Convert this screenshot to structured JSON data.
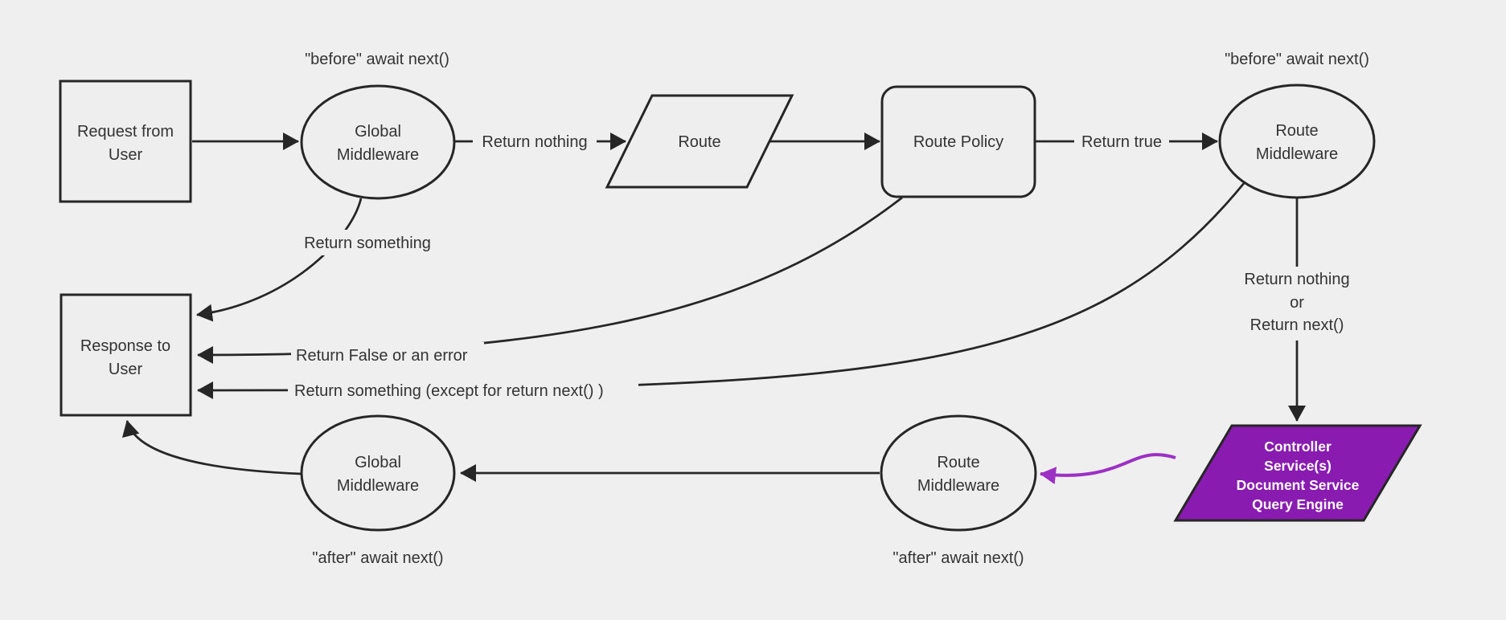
{
  "colors": {
    "background": "#efefef",
    "node_fill": "#eeeeee",
    "stroke": "#262626",
    "text": "#333333",
    "services_fill": "#8a1bb1",
    "services_text": "#ffffff",
    "purple_edge": "#9c2fc4"
  },
  "nodes": {
    "request": {
      "line1": "Request from",
      "line2": "User"
    },
    "global_middleware_top": {
      "line1": "Global",
      "line2": "Middleware"
    },
    "route": {
      "label": "Route"
    },
    "route_policy": {
      "label": "Route Policy"
    },
    "route_middleware_top": {
      "line1": "Route",
      "line2": "Middleware"
    },
    "services": {
      "line1": "Controller",
      "line2": "Service(s)",
      "line3": "Document Service",
      "line4": "Query Engine"
    },
    "route_middleware_bottom": {
      "line1": "Route",
      "line2": "Middleware"
    },
    "global_middleware_bottom": {
      "line1": "Global",
      "line2": "Middleware"
    },
    "response": {
      "line1": "Response to",
      "line2": "User"
    }
  },
  "edge_labels": {
    "return_nothing": "Return nothing",
    "return_true": "Return true",
    "return_something": "Return something",
    "return_false_or_error": "Return False or an error",
    "return_something_except": "Return something (except for return next() )",
    "return_nothing_or_line1": "Return nothing",
    "return_nothing_or_line2": "or",
    "return_nothing_or_line3": "Return next()"
  },
  "annotations": {
    "before_await_global": "\"before\" await next()",
    "before_await_route": "\"before\" await next()",
    "after_await_global": "\"after\" await next()",
    "after_await_route": "\"after\" await next()"
  }
}
